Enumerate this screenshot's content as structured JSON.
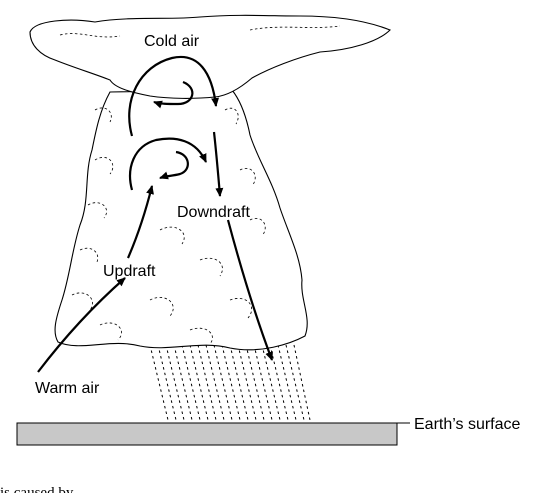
{
  "labels": {
    "cold_air": "Cold air",
    "downdraft": "Downdraft",
    "updraft": "Updraft",
    "warm_air": "Warm air",
    "earth_surface": "Earth’s surface"
  },
  "footer_text": "is caused by",
  "colors": {
    "ground_fill": "#c8c8c8",
    "ink": "#000000",
    "background": "#ffffff"
  }
}
